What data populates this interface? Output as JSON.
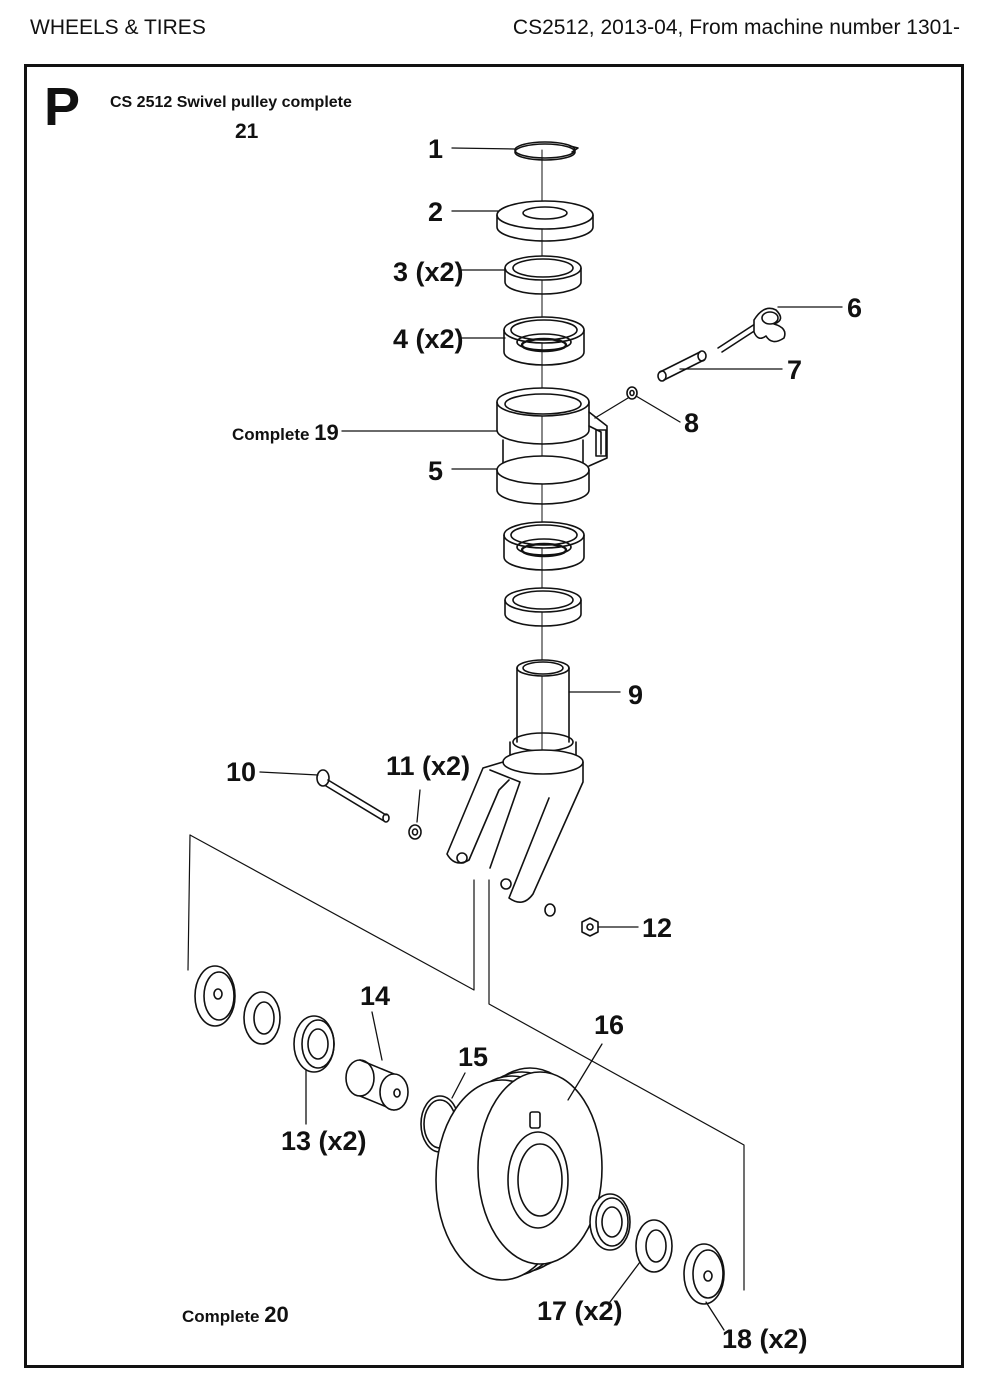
{
  "header": {
    "left": "WHEELS & TIRES",
    "right": "CS2512, 2013-04, From machine number 1301-"
  },
  "section": {
    "letter": "P",
    "title": "CS 2512  Swivel pulley complete",
    "number": "21"
  },
  "assemblies": [
    {
      "prefix": "Complete",
      "number": "19"
    },
    {
      "prefix": "Complete",
      "number": "20"
    }
  ],
  "callouts": [
    "1",
    "2",
    "3 (x2)",
    "4 (x2)",
    "5",
    "6",
    "7",
    "8",
    "9",
    "10",
    "11 (x2)",
    "12",
    "13 (x2)",
    "14",
    "15",
    "16",
    "17 (x2)",
    "18 (x2)"
  ],
  "colors": {
    "ink": "#111111",
    "background": "#ffffff"
  }
}
